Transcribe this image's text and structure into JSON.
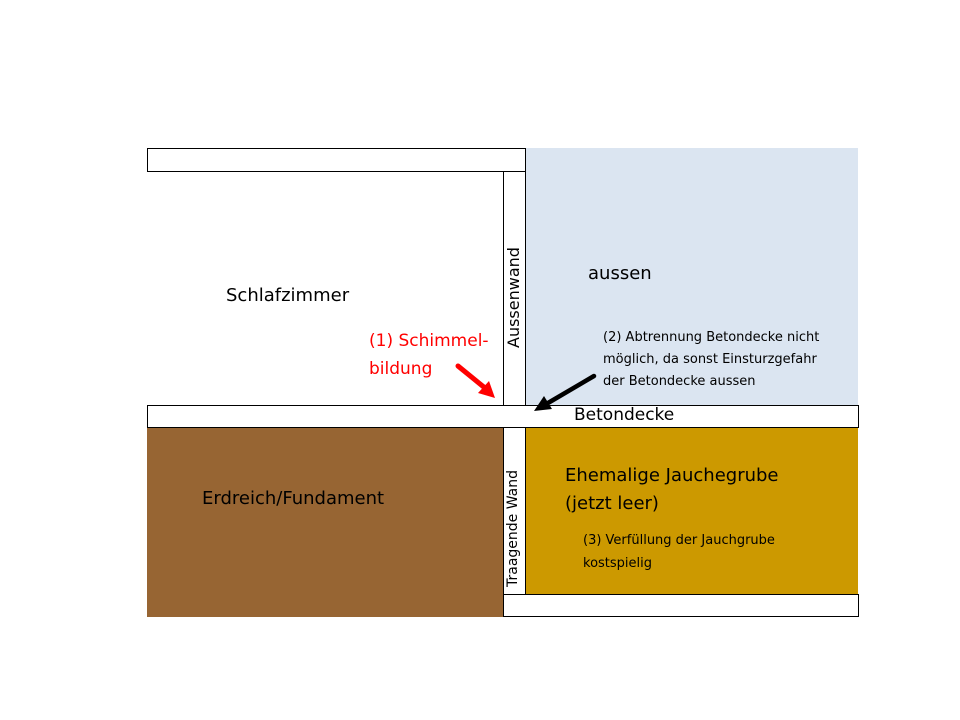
{
  "colors": {
    "outside": "#dbe5f1",
    "soil": "#976533",
    "pit": "#cc9900",
    "outline": "#000000",
    "mold_arrow": "#ff0000",
    "mold_text": "#ff0000"
  },
  "regions": {
    "bedroom": "Schlafzimmer",
    "outside": "aussen",
    "soil": "Erdreich/Fundament",
    "pit_line1": "Ehemalige Jauchegrube",
    "pit_line2": "(jetzt leer)"
  },
  "walls": {
    "outer_wall": "Aussenwand",
    "load_bearing_wall": "Traagende Wand",
    "concrete_slab": "Betondecke"
  },
  "notes": {
    "mold_line1": "(1) Schimmel-",
    "mold_line2": "bildung",
    "separation_line1": "(2) Abtrennung Betondecke nicht",
    "separation_line2": "möglich, da sonst Einsturzgefahr",
    "separation_line3": "der Betondecke aussen",
    "filling_line1": "(3) Verfüllung der Jauchgrube",
    "filling_line2": "kostspielig"
  },
  "icons": {
    "mold_arrow": "red-arrow-icon",
    "separation_arrow": "black-arrow-icon"
  }
}
